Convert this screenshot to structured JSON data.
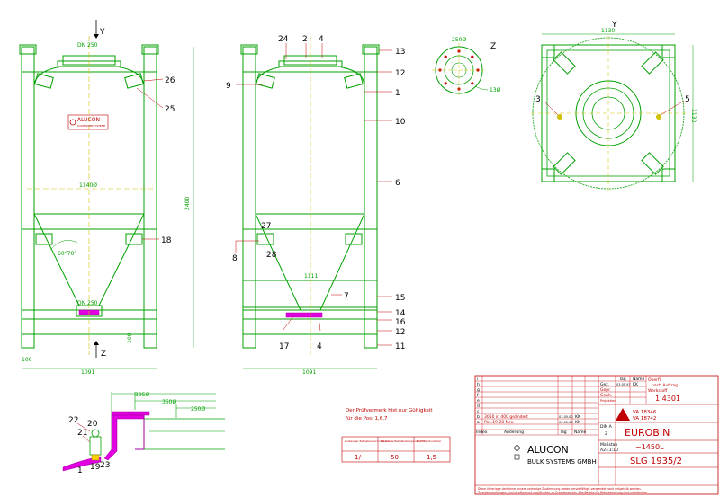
{
  "front_view": {
    "axis_y": "Y",
    "axis_z": "Z",
    "dim_top_opening": "DN 250",
    "dim_bottom_opening": "DN 250",
    "dim_diameter": "1140Ø",
    "dim_height": "2400",
    "dim_width": "1091",
    "dim_leg": "100",
    "dim_foot": "100",
    "dim_angle": "60°70°",
    "logo_line1": "ALUCON",
    "logo_line2": "CONTAINERSYSTEME",
    "callouts": [
      "26",
      "25",
      "18"
    ]
  },
  "side_view": {
    "dim_width": "1091",
    "dim_inner": "1111",
    "callouts_top": [
      "24",
      "2",
      "4",
      "13"
    ],
    "callouts_right": [
      "12",
      "1",
      "10",
      "6",
      "15",
      "14",
      "16",
      "12",
      "11"
    ],
    "callouts_left": [
      "9",
      "27",
      "8",
      "28",
      "17",
      "4",
      "7"
    ]
  },
  "flange_view": {
    "label": "Z",
    "dim_outer": "250Ø",
    "dim_hole": "13Ø"
  },
  "top_view": {
    "label": "Y",
    "dim_width": "1130",
    "dim_depth": "1130",
    "callouts": [
      "3",
      "5"
    ]
  },
  "detail_view": {
    "dim_1": "395Ø",
    "dim_2": "350Ø",
    "dim_3": "250Ø",
    "callouts": [
      "22",
      "20",
      "21",
      "1",
      "19",
      "23"
    ]
  },
  "notes": {
    "line1": "Der Prüfvermerk hist nur Gültigkeit",
    "line2": "für die Pos: 1,6,7"
  },
  "pressure_table": {
    "headers": [
      "Zulässiger Betriebsüberdruck bar",
      "Maximale Betriebstemperatur °C",
      "Prüfüberdruck bar"
    ],
    "values": [
      "1/-",
      "50",
      "1,5"
    ]
  },
  "title_block": {
    "revision_rows": [
      "i",
      "h",
      "g",
      "f",
      "e",
      "d",
      "c",
      "b",
      "a"
    ],
    "rev_b_text": "3050 in 400 geändert",
    "rev_b_date": "03.05.00",
    "rev_b_name": "KK",
    "rev_a_text": "Pos.19-28 Neu",
    "rev_a_date": "03.05.00",
    "rev_a_name": "KK",
    "col_index": "Index",
    "col_change": "Änderung",
    "col_date": "Tag",
    "col_name": "Name",
    "row_gez": "Gez.",
    "row_gez_date": "03.05.97",
    "row_gez_name": "KK",
    "row_gepr": "Gepr.",
    "row_genh": "Genh.",
    "row_projektion": "Projektion",
    "head_tag": "Tag",
    "head_name": "Name",
    "surface_label": "Oberfl.",
    "surface_value": "nach Auftrag",
    "material_label": "Werkstoff",
    "material_value": "1.4301",
    "norm_label": "DIN A",
    "norm_value": "2",
    "scale_label": "Maßstab",
    "scale_value": "A2=1:10",
    "company_name": "ALUCON",
    "company_sub": "BULK SYSTEMS GMBH",
    "va_1": "VA 18346",
    "va_2": "VA 18742",
    "product": "EUROBIN",
    "capacity": "~1450L",
    "drawing_no": "SLG 1935/2",
    "footer_line1": "Diese Unterlage darf ohne unsere vorherige Zustimmung weder vervielfältigt, verwendet noch mitgeteilt werden.",
    "footer_line2": "Zuwiderhandlungen sind strafbar und verpflichten zu Schadenersatz. Alle Rechte für Patenterteilung sind vorbehalten."
  }
}
